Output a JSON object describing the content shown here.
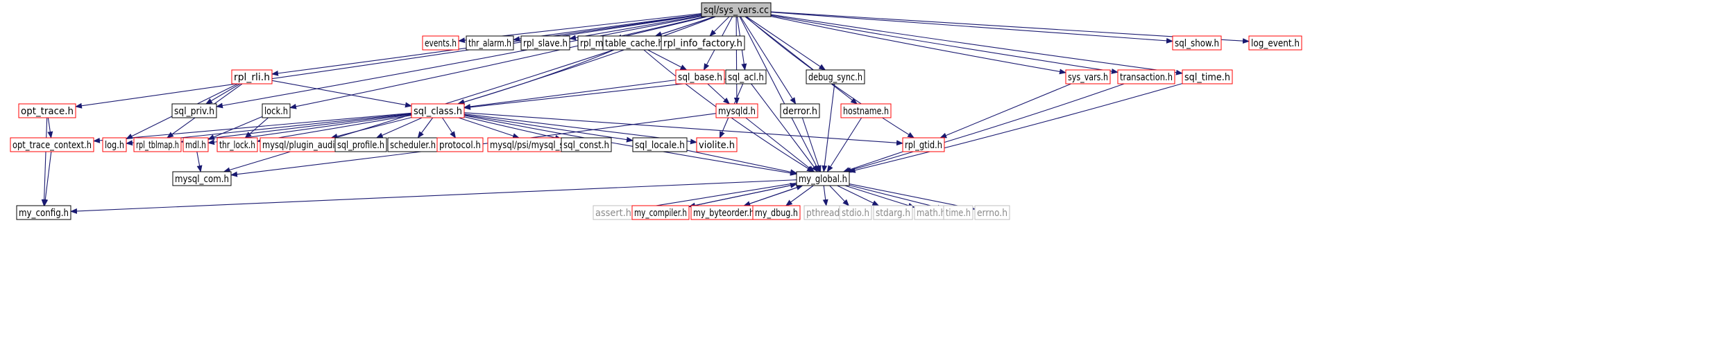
{
  "colors": {
    "edge": "#191970",
    "border_default": "#000000",
    "border_truncated": "#ff0000",
    "border_system": "#bfbfbf",
    "root_fill": "#bfbfbf",
    "node_fill": "#ffffff"
  },
  "nodes": {
    "sys_vars_cc": {
      "label": "sql/sys_vars.cc",
      "style": "root"
    },
    "opt_trace_h": {
      "label": "opt_trace.h",
      "style": "truncated"
    },
    "events_h": {
      "label": "events.h",
      "style": "truncated"
    },
    "thr_alarm_h": {
      "label": "thr_alarm.h",
      "style": "default"
    },
    "rpl_slave_h": {
      "label": "rpl_slave.h",
      "style": "default"
    },
    "rpl_mi_h": {
      "label": "rpl_mi.h",
      "style": "default"
    },
    "table_cache_h": {
      "label": "table_cache.h",
      "style": "default"
    },
    "rpl_info_factory_h": {
      "label": "rpl_info_factory.h",
      "style": "default"
    },
    "sql_show_h": {
      "label": "sql_show.h",
      "style": "truncated"
    },
    "log_event_h": {
      "label": "log_event.h",
      "style": "truncated"
    },
    "rpl_rli_h": {
      "label": "rpl_rli.h",
      "style": "truncated"
    },
    "sql_base_h": {
      "label": "sql_base.h",
      "style": "truncated"
    },
    "sql_acl_h": {
      "label": "sql_acl.h",
      "style": "default"
    },
    "debug_sync_h": {
      "label": "debug_sync.h",
      "style": "default"
    },
    "sys_vars_h": {
      "label": "sys_vars.h",
      "style": "truncated"
    },
    "transaction_h": {
      "label": "transaction.h",
      "style": "truncated"
    },
    "sql_time_h": {
      "label": "sql_time.h",
      "style": "truncated"
    },
    "sql_priv_h": {
      "label": "sql_priv.h",
      "style": "default"
    },
    "lock_h": {
      "label": "lock.h",
      "style": "default"
    },
    "sql_class_h": {
      "label": "sql_class.h",
      "style": "truncated"
    },
    "mysqld_h": {
      "label": "mysqld.h",
      "style": "truncated"
    },
    "derror_h": {
      "label": "derror.h",
      "style": "default"
    },
    "hostname_h": {
      "label": "hostname.h",
      "style": "truncated"
    },
    "opt_trace_context_h": {
      "label": "opt_trace_context.h",
      "style": "truncated"
    },
    "log_h": {
      "label": "log.h",
      "style": "truncated"
    },
    "rpl_tblmap_h": {
      "label": "rpl_tblmap.h",
      "style": "truncated"
    },
    "mdl_h": {
      "label": "mdl.h",
      "style": "truncated"
    },
    "thr_lock_h": {
      "label": "thr_lock.h",
      "style": "truncated"
    },
    "plugin_audit_h": {
      "label": "mysql/plugin_audit.h",
      "style": "truncated"
    },
    "sql_profile_h": {
      "label": "sql_profile.h",
      "style": "default"
    },
    "scheduler_h": {
      "label": "scheduler.h",
      "style": "default"
    },
    "protocol_h": {
      "label": "protocol.h",
      "style": "truncated"
    },
    "mysql_stage_h": {
      "label": "mysql/psi/mysql_stage.h",
      "style": "truncated"
    },
    "sql_const_h": {
      "label": "sql_const.h",
      "style": "default"
    },
    "sql_locale_h": {
      "label": "sql_locale.h",
      "style": "default"
    },
    "violite_h": {
      "label": "violite.h",
      "style": "truncated"
    },
    "rpl_gtid_h": {
      "label": "rpl_gtid.h",
      "style": "truncated"
    },
    "mysql_com_h": {
      "label": "mysql_com.h",
      "style": "default"
    },
    "my_global_h": {
      "label": "my_global.h",
      "style": "default"
    },
    "my_config_h": {
      "label": "my_config.h",
      "style": "default"
    },
    "assert_h": {
      "label": "assert.h",
      "style": "system"
    },
    "my_compiler_h": {
      "label": "my_compiler.h",
      "style": "truncated"
    },
    "my_byteorder_h": {
      "label": "my_byteorder.h",
      "style": "truncated"
    },
    "my_dbug_h": {
      "label": "my_dbug.h",
      "style": "truncated"
    },
    "pthread_h": {
      "label": "pthread.h",
      "style": "system"
    },
    "stdio_h": {
      "label": "stdio.h",
      "style": "system"
    },
    "stdarg_h": {
      "label": "stdarg.h",
      "style": "system"
    },
    "math_h": {
      "label": "math.h",
      "style": "system"
    },
    "time_h": {
      "label": "time.h",
      "style": "system"
    },
    "errno_h": {
      "label": "errno.h",
      "style": "system"
    }
  },
  "edges": [
    [
      "sys_vars_cc",
      "opt_trace_h"
    ],
    [
      "sys_vars_cc",
      "events_h"
    ],
    [
      "sys_vars_cc",
      "thr_alarm_h"
    ],
    [
      "sys_vars_cc",
      "rpl_slave_h"
    ],
    [
      "sys_vars_cc",
      "rpl_mi_h"
    ],
    [
      "sys_vars_cc",
      "table_cache_h"
    ],
    [
      "sys_vars_cc",
      "rpl_info_factory_h"
    ],
    [
      "sys_vars_cc",
      "sql_show_h"
    ],
    [
      "sys_vars_cc",
      "log_event_h"
    ],
    [
      "sys_vars_cc",
      "rpl_rli_h"
    ],
    [
      "sys_vars_cc",
      "sql_base_h"
    ],
    [
      "sys_vars_cc",
      "sql_acl_h"
    ],
    [
      "sys_vars_cc",
      "debug_sync_h"
    ],
    [
      "sys_vars_cc",
      "sys_vars_h"
    ],
    [
      "sys_vars_cc",
      "transaction_h"
    ],
    [
      "sys_vars_cc",
      "sql_time_h"
    ],
    [
      "sys_vars_cc",
      "sql_priv_h"
    ],
    [
      "sys_vars_cc",
      "lock_h"
    ],
    [
      "sys_vars_cc",
      "sql_class_h"
    ],
    [
      "sys_vars_cc",
      "mysqld_h"
    ],
    [
      "sys_vars_cc",
      "derror_h"
    ],
    [
      "sys_vars_cc",
      "hostname_h"
    ],
    [
      "sys_vars_cc",
      "mysql_com_h"
    ],
    [
      "sys_vars_cc",
      "rpl_gtid_h"
    ],
    [
      "sys_vars_cc",
      "my_global_h"
    ],
    [
      "opt_trace_h",
      "opt_trace_context_h"
    ],
    [
      "opt_trace_h",
      "my_config_h"
    ],
    [
      "opt_trace_context_h",
      "my_config_h"
    ],
    [
      "table_cache_h",
      "sql_base_h"
    ],
    [
      "table_cache_h",
      "sql_class_h"
    ],
    [
      "table_cache_h",
      "my_global_h"
    ],
    [
      "rpl_rli_h",
      "sql_priv_h"
    ],
    [
      "rpl_rli_h",
      "sql_class_h"
    ],
    [
      "rpl_rli_h",
      "log_h"
    ],
    [
      "rpl_rli_h",
      "rpl_tblmap_h"
    ],
    [
      "sql_base_h",
      "sql_class_h"
    ],
    [
      "sql_base_h",
      "mysqld_h"
    ],
    [
      "sql_acl_h",
      "sql_class_h"
    ],
    [
      "sql_acl_h",
      "violite_h"
    ],
    [
      "sql_acl_h",
      "my_global_h"
    ],
    [
      "debug_sync_h",
      "my_global_h"
    ],
    [
      "sys_vars_h",
      "rpl_gtid_h"
    ],
    [
      "transaction_h",
      "my_global_h"
    ],
    [
      "sql_time_h",
      "my_global_h"
    ],
    [
      "lock_h",
      "thr_lock_h"
    ],
    [
      "lock_h",
      "mdl_h"
    ],
    [
      "sql_class_h",
      "opt_trace_context_h"
    ],
    [
      "sql_class_h",
      "log_h"
    ],
    [
      "sql_class_h",
      "rpl_tblmap_h"
    ],
    [
      "sql_class_h",
      "mdl_h"
    ],
    [
      "sql_class_h",
      "thr_lock_h"
    ],
    [
      "sql_class_h",
      "plugin_audit_h"
    ],
    [
      "sql_class_h",
      "sql_profile_h"
    ],
    [
      "sql_class_h",
      "scheduler_h"
    ],
    [
      "sql_class_h",
      "protocol_h"
    ],
    [
      "sql_class_h",
      "mysql_stage_h"
    ],
    [
      "sql_class_h",
      "sql_const_h"
    ],
    [
      "sql_class_h",
      "sql_locale_h"
    ],
    [
      "sql_class_h",
      "violite_h"
    ],
    [
      "sql_class_h",
      "rpl_gtid_h"
    ],
    [
      "sql_class_h",
      "my_global_h"
    ],
    [
      "mysqld_h",
      "mysql_com_h"
    ],
    [
      "mysqld_h",
      "my_global_h"
    ],
    [
      "derror_h",
      "my_global_h"
    ],
    [
      "hostname_h",
      "my_global_h"
    ],
    [
      "mdl_h",
      "mysql_com_h"
    ],
    [
      "sql_locale_h",
      "my_global_h"
    ],
    [
      "rpl_gtid_h",
      "my_global_h"
    ],
    [
      "my_global_h",
      "my_config_h"
    ],
    [
      "my_global_h",
      "assert_h"
    ],
    [
      "my_global_h",
      "my_compiler_h"
    ],
    [
      "my_global_h",
      "my_byteorder_h"
    ],
    [
      "my_global_h",
      "my_dbug_h"
    ],
    [
      "my_global_h",
      "pthread_h"
    ],
    [
      "my_global_h",
      "stdio_h"
    ],
    [
      "my_global_h",
      "stdarg_h"
    ],
    [
      "my_global_h",
      "math_h"
    ],
    [
      "my_global_h",
      "time_h"
    ],
    [
      "my_global_h",
      "errno_h"
    ],
    [
      "my_compiler_h",
      "my_global_h"
    ],
    [
      "my_byteorder_h",
      "my_global_h"
    ]
  ]
}
